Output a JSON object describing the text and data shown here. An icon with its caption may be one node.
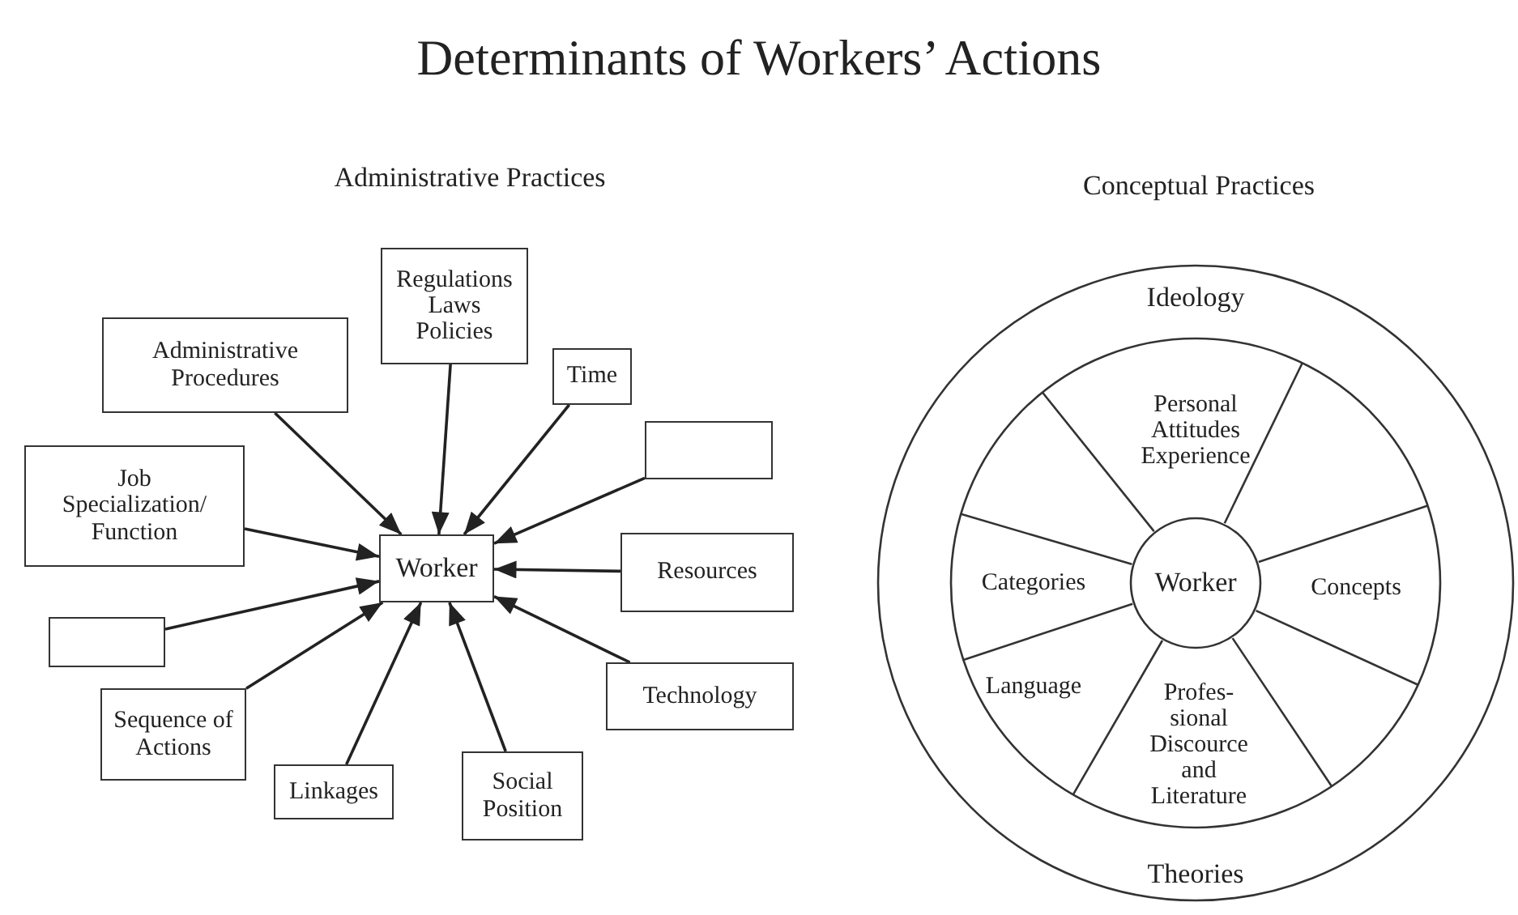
{
  "diagram": {
    "title": "Determinants of Workers’ Actions",
    "nodes": [
      {
        "text": [
          "Regulations Laws Policies"
        ]
      },
      {
        "text": [
          "Administrative Procedures"
        ]
      },
      {
        "text": [
          "Time"
        ]
      },
      {
        "text": [],
        "shape": "box"
      },
      {
        "text": [
          "Job Specialization/ Function"
        ]
      },
      {
        "text": [
          "Worker"
        ]
      },
      {
        "text": [
          "Resources"
        ]
      },
      {
        "text": [],
        "shape": "box"
      },
      {
        "text": [
          "Technology"
        ]
      },
      {
        "text": [
          "Sequence of Actions"
        ]
      },
      {
        "text": [
          "Linkages"
        ]
      },
      {
        "text": [
          "Social Position"
        ]
      },
      {
        "text": [
          "Ideology",
          "Theories"
        ]
      },
      {
        "text": [],
        "shape": "circle",
        "in": 12
      },
      {
        "text": [
          "Personal Attitudes Experience"
        ],
        "in": 13
      },
      {
        "text": [
          "Categories"
        ],
        "in": 13
      },
      {
        "text": [
          "Worker"
        ],
        "in": 13
      },
      {
        "text": [
          "Concepts"
        ],
        "in": 13
      },
      {
        "text": [
          "Language"
        ],
        "in": 13
      },
      {
        "text": [
          "Profes-sional Discource and Literature"
        ],
        "in": 13
      }
    ],
    "edges": [
      {
        "from": 0,
        "to": 5,
        "arrow": "to"
      },
      {
        "from": 1,
        "to": 5,
        "arrow": "to"
      },
      {
        "from": 2,
        "to": 5,
        "arrow": "to"
      },
      {
        "from": 3,
        "to": 5,
        "arrow": "to"
      },
      {
        "from": 4,
        "to": 5,
        "arrow": "to"
      },
      {
        "from": 6,
        "to": 5,
        "arrow": "to"
      },
      {
        "from": 7,
        "to": 5,
        "arrow": "to"
      },
      {
        "from": 8,
        "to": 5,
        "arrow": "to"
      },
      {
        "from": 9,
        "to": 5,
        "arrow": "to"
      },
      {
        "from": 10,
        "to": 5,
        "arrow": "to"
      },
      {
        "from": 11,
        "to": 5,
        "arrow": "to"
      }
    ],
    "labels": [
      "Administrative Practices",
      "Conceptual Practices"
    ]
  }
}
